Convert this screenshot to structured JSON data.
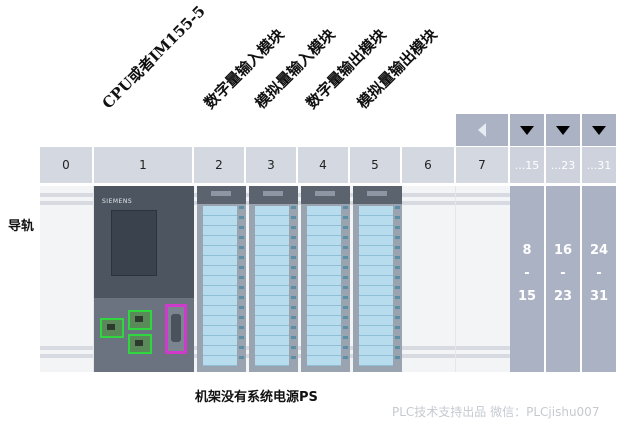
{
  "module_labels": [
    "CPU或者IM155-5",
    "数字量输入模块",
    "模拟量输入模块",
    "数字量输出模块",
    "模拟量输出模块"
  ],
  "slots": [
    "0",
    "1",
    "2",
    "3",
    "4",
    "5",
    "6",
    "7"
  ],
  "extension_headers": [
    "...15",
    "...23",
    "...31"
  ],
  "extension_ranges": [
    {
      "start": "8",
      "dash": "-",
      "end": "15"
    },
    {
      "start": "16",
      "dash": "-",
      "end": "23"
    },
    {
      "start": "24",
      "dash": "-",
      "end": "31"
    }
  ],
  "rail_label": "导轨",
  "caption": "机架没有系统电源PS",
  "watermark": "PLC技术支持出品  微信：PLCjishu007",
  "cpu_logo": "SIEMENS",
  "colors": {
    "header_bg": "#d4d9e1",
    "extension_bg": "#aab2c4",
    "port_highlight": "#2fd63f",
    "dsub_highlight": "#d03ac8",
    "module_channel": "#b7dcee"
  },
  "icons": [
    "scroll-left-icon",
    "expand-down-icon"
  ]
}
